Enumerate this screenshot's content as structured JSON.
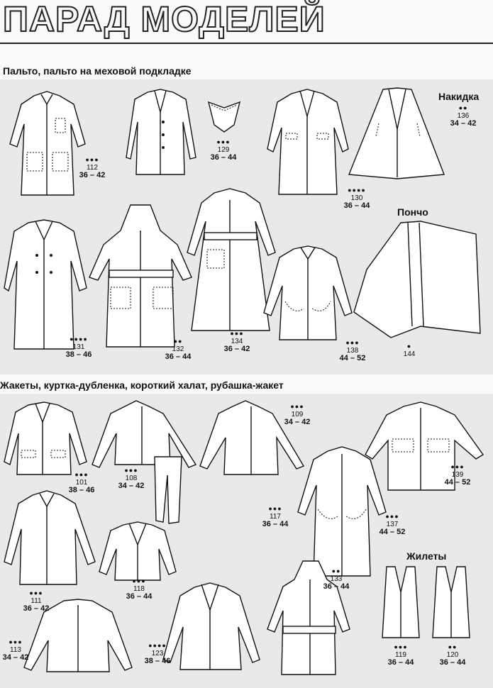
{
  "page": {
    "title": "ПАРАД МОДЕЛЕЙ",
    "sections": [
      {
        "heading": "Пальто, пальто на меховой подкладке"
      },
      {
        "heading": "Жакеты, куртка-дубленка, короткий халат, рубашка-жакет"
      }
    ],
    "labels": {
      "cape": "Накидка",
      "poncho": "Пончо",
      "vests": "Жилеты"
    }
  },
  "models": [
    {
      "dots": "●●●",
      "number": "112",
      "sizes": "36 – 42"
    },
    {
      "dots": "●●●",
      "number": "129",
      "sizes": "36 – 44"
    },
    {
      "dots": "●●●●",
      "number": "130",
      "sizes": "36 – 44"
    },
    {
      "dots": "●●",
      "number": "136",
      "sizes": "34 – 42"
    },
    {
      "dots": "●●●●",
      "number": "131",
      "sizes": "38 – 46"
    },
    {
      "dots": "●●",
      "number": "132",
      "sizes": "36 – 44"
    },
    {
      "dots": "●●●",
      "number": "134",
      "sizes": "36 – 42"
    },
    {
      "dots": "●●●",
      "number": "138",
      "sizes": "44 – 52"
    },
    {
      "dots": "●",
      "number": "144",
      "sizes": ""
    },
    {
      "dots": "●●●",
      "number": "109",
      "sizes": "34 – 42"
    },
    {
      "dots": "●●●",
      "number": "101",
      "sizes": "38 – 46"
    },
    {
      "dots": "●●●",
      "number": "108",
      "sizes": "34 – 42"
    },
    {
      "dots": "●●●",
      "number": "139",
      "sizes": "44 – 52"
    },
    {
      "dots": "●●●",
      "number": "117",
      "sizes": "36 – 44"
    },
    {
      "dots": "●●●",
      "number": "137",
      "sizes": "44 – 52"
    },
    {
      "dots": "●●●",
      "number": "111",
      "sizes": "36 – 42"
    },
    {
      "dots": "●●●",
      "number": "118",
      "sizes": "36 – 44"
    },
    {
      "dots": "●●",
      "number": "133",
      "sizes": "36 – 44"
    },
    {
      "dots": "●●●",
      "number": "113",
      "sizes": "34 – 42"
    },
    {
      "dots": "●●●●",
      "number": "123",
      "sizes": "38 – 46"
    },
    {
      "dots": "●●●",
      "number": "119",
      "sizes": "36 – 44"
    },
    {
      "dots": "●●",
      "number": "120",
      "sizes": "36 – 44"
    }
  ]
}
